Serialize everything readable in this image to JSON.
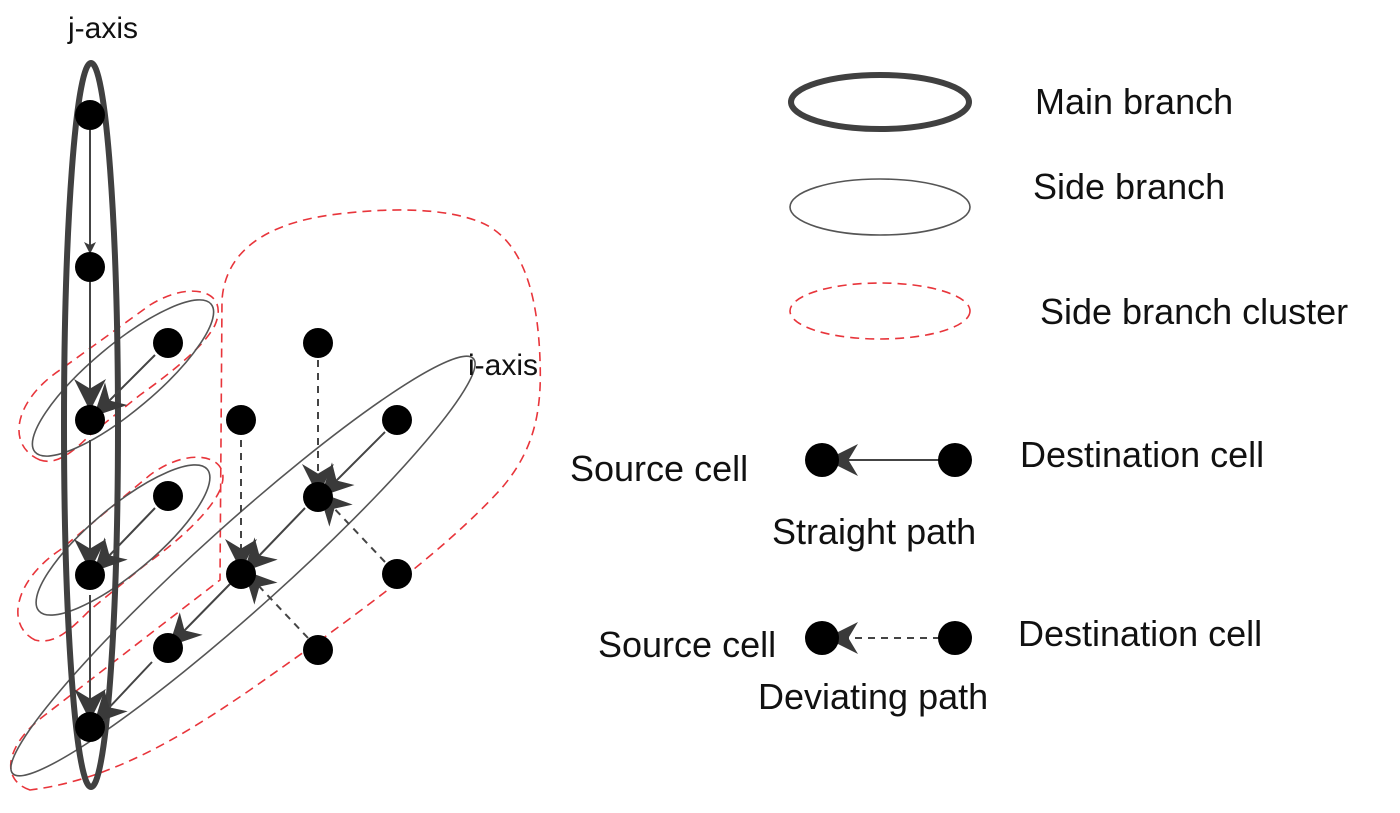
{
  "diagram": {
    "axis_labels": {
      "j_axis": "j-axis",
      "i_axis": "i-axis"
    }
  },
  "legend": {
    "main_branch": "Main branch",
    "side_branch": "Side branch",
    "side_branch_cluster": "Side branch cluster",
    "straight_path": {
      "source": "Source cell",
      "destination": "Destination cell",
      "caption": "Straight path"
    },
    "deviating_path": {
      "source": "Source cell",
      "destination": "Destination cell",
      "caption": "Deviating path"
    }
  },
  "colors": {
    "main_branch": "#404040",
    "side_branch": "#555555",
    "cluster": "#e8353b",
    "cell": "#000000"
  }
}
